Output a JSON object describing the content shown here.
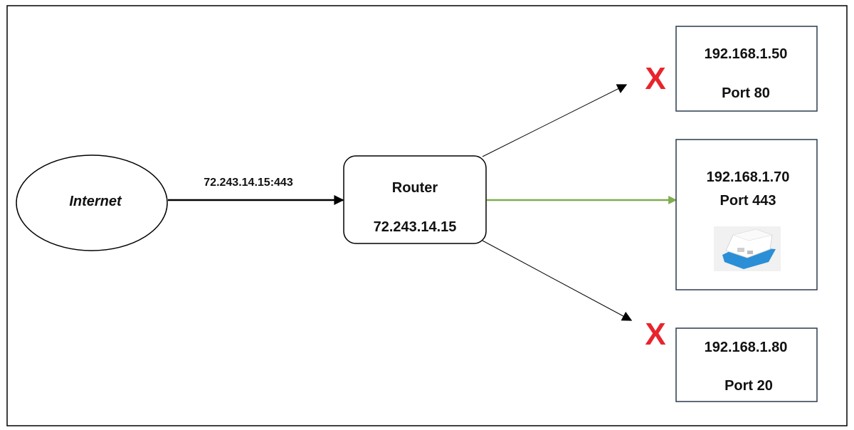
{
  "diagram": {
    "internet_label": "Internet",
    "link_label": "72.243.14.15:443",
    "router": {
      "title": "Router",
      "ip": "72.243.14.15"
    },
    "hosts": [
      {
        "ip": "192.168.1.50",
        "port": "Port 80",
        "status": "blocked"
      },
      {
        "ip": "192.168.1.70",
        "port": "Port 443",
        "status": "allowed",
        "icon": "raspberry-pi-device-icon"
      },
      {
        "ip": "192.168.1.80",
        "port": "Port 20",
        "status": "blocked"
      }
    ],
    "blocked_mark": "X",
    "colors": {
      "allowed_arrow": "#7fad4f",
      "blocked_mark": "#e8242c",
      "line": "#000000",
      "box_border": "#2a3a4e"
    }
  }
}
